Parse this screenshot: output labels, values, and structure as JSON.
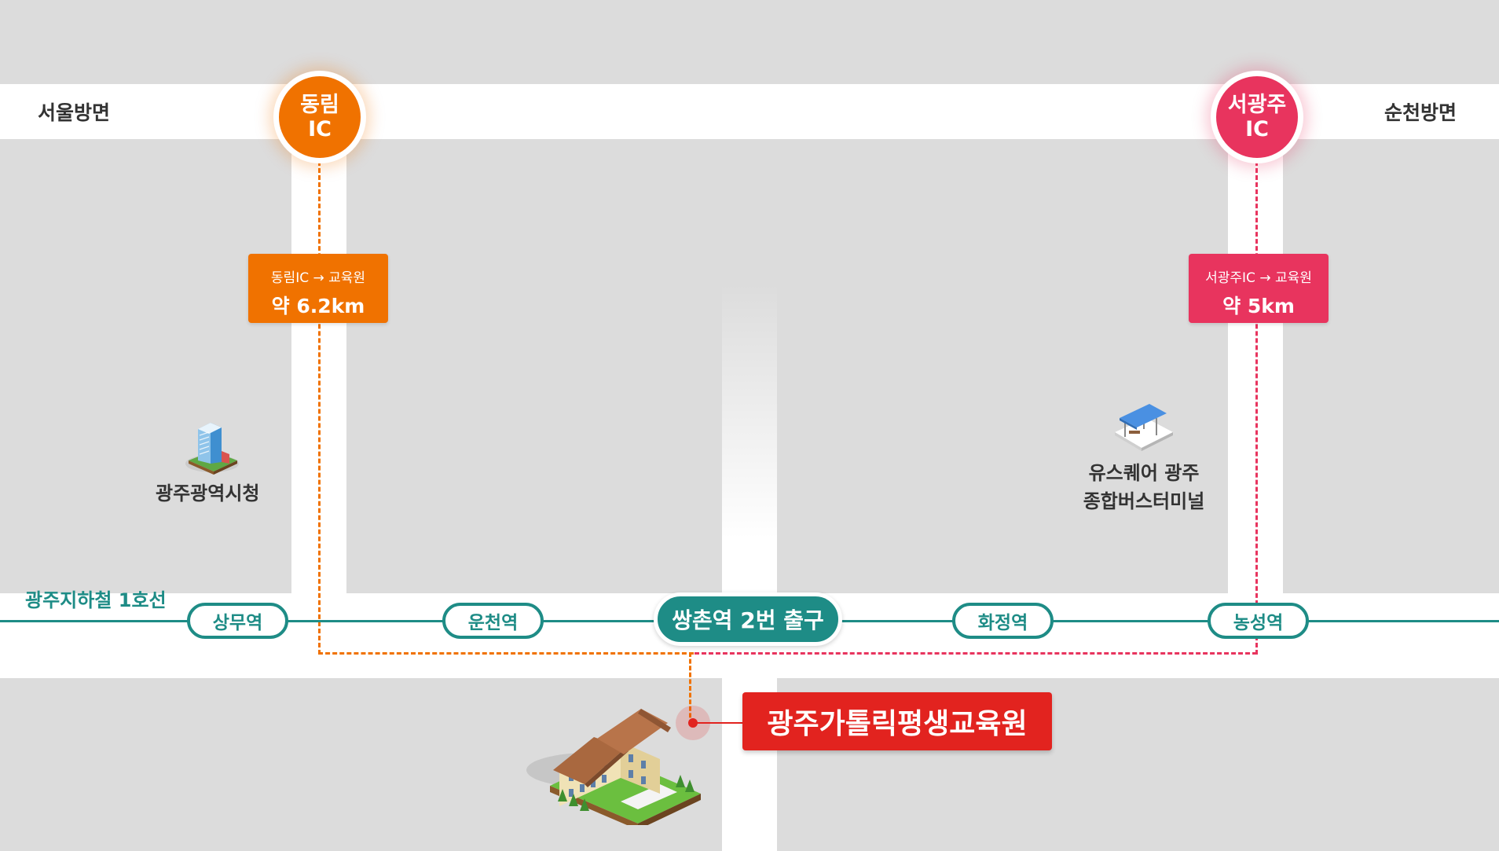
{
  "directions": {
    "west": "서울방면",
    "east": "순천방면"
  },
  "interchanges": [
    {
      "name_line1": "동림",
      "name_line2": "IC",
      "color": "#f07200"
    },
    {
      "name_line1": "서광주",
      "name_line2": "IC",
      "color": "#e8345e"
    }
  ],
  "distances": [
    {
      "route": "동림IC → 교육원",
      "value": "약 6.2km",
      "color": "#f07200"
    },
    {
      "route": "서광주IC → 교육원",
      "value": "약 5km",
      "color": "#e8345e"
    }
  ],
  "subway": {
    "line_name": "광주지하철 1호선",
    "line_color": "#1e8c86",
    "stations": [
      "상무역",
      "운천역",
      "화정역",
      "농성역"
    ],
    "main_station": "쌍촌역 2번 출구"
  },
  "landmarks": {
    "city_hall": "광주광역시청",
    "bus_terminal_line1": "유스퀘어 광주",
    "bus_terminal_line2": "종합버스터미널"
  },
  "destination": {
    "name": "광주가톨릭평생교육원",
    "color": "#e2231f"
  },
  "icons": {
    "city_hall": "office-building-icon",
    "bus_terminal": "bus-shelter-icon",
    "destination": "school-building-icon",
    "marker": "location-dot-icon"
  }
}
